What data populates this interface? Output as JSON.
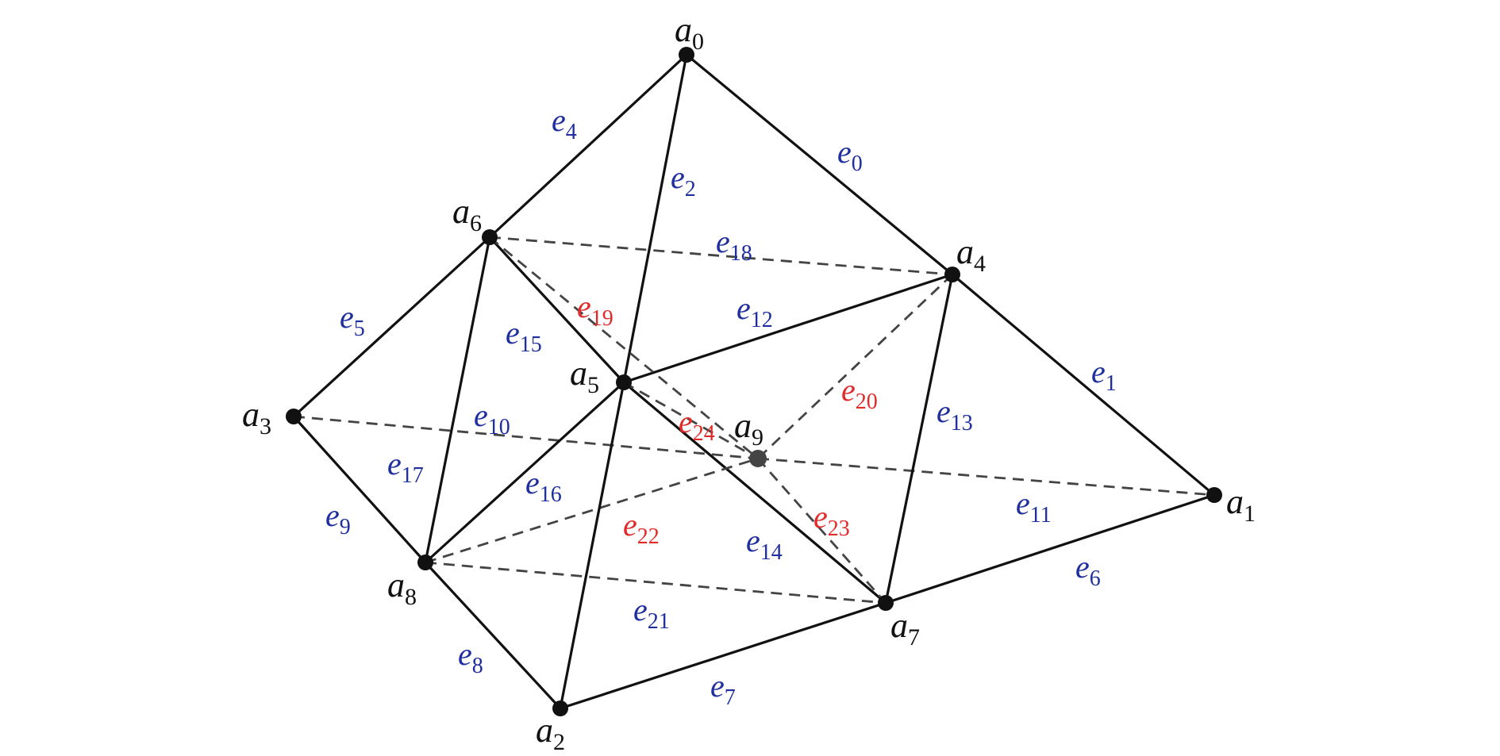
{
  "colors": {
    "vertex": "#111111",
    "solid_edge": "#111111",
    "dashed_edge": "#444444",
    "label_blue": "#1f2f9e",
    "label_red": "#e02b2b"
  },
  "vertices": [
    {
      "id": "a0",
      "name": "a",
      "index": "0"
    },
    {
      "id": "a1",
      "name": "a",
      "index": "1"
    },
    {
      "id": "a2",
      "name": "a",
      "index": "2"
    },
    {
      "id": "a3",
      "name": "a",
      "index": "3"
    },
    {
      "id": "a4",
      "name": "a",
      "index": "4"
    },
    {
      "id": "a5",
      "name": "a",
      "index": "5"
    },
    {
      "id": "a6",
      "name": "a",
      "index": "6"
    },
    {
      "id": "a7",
      "name": "a",
      "index": "7"
    },
    {
      "id": "a8",
      "name": "a",
      "index": "8"
    },
    {
      "id": "a9",
      "name": "a",
      "index": "9"
    }
  ],
  "edges": [
    {
      "name": "e",
      "index": "0",
      "from": "a0",
      "to": "a4",
      "style": "solid",
      "color": "blue"
    },
    {
      "name": "e",
      "index": "1",
      "from": "a4",
      "to": "a1",
      "style": "solid",
      "color": "blue"
    },
    {
      "name": "e",
      "index": "2",
      "from": "a0",
      "to": "a5",
      "style": "solid",
      "color": "blue"
    },
    {
      "name": "e",
      "index": "4",
      "from": "a0",
      "to": "a6",
      "style": "solid",
      "color": "blue"
    },
    {
      "name": "e",
      "index": "5",
      "from": "a6",
      "to": "a3",
      "style": "solid",
      "color": "blue"
    },
    {
      "name": "e",
      "index": "6",
      "from": "a1",
      "to": "a7",
      "style": "solid",
      "color": "blue"
    },
    {
      "name": "e",
      "index": "7",
      "from": "a7",
      "to": "a2",
      "style": "solid",
      "color": "blue"
    },
    {
      "name": "e",
      "index": "8",
      "from": "a8",
      "to": "a2",
      "style": "solid",
      "color": "blue"
    },
    {
      "name": "e",
      "index": "9",
      "from": "a3",
      "to": "a8",
      "style": "solid",
      "color": "blue"
    },
    {
      "name": "e",
      "index": "10",
      "from": "a3",
      "to": "a9",
      "style": "dashed",
      "color": "blue"
    },
    {
      "name": "e",
      "index": "11",
      "from": "a9",
      "to": "a1",
      "style": "dashed",
      "color": "blue"
    },
    {
      "name": "e",
      "index": "12",
      "from": "a5",
      "to": "a4",
      "style": "solid",
      "color": "blue"
    },
    {
      "name": "e",
      "index": "13",
      "from": "a4",
      "to": "a7",
      "style": "solid",
      "color": "blue"
    },
    {
      "name": "e",
      "index": "14",
      "from": "a5",
      "to": "a7",
      "style": "solid",
      "color": "blue"
    },
    {
      "name": "e",
      "index": "15",
      "from": "a6",
      "to": "a5",
      "style": "solid",
      "color": "blue"
    },
    {
      "name": "e",
      "index": "16",
      "from": "a5",
      "to": "a8",
      "style": "solid",
      "color": "blue"
    },
    {
      "name": "e",
      "index": "17",
      "from": "a6",
      "to": "a8",
      "style": "solid",
      "color": "blue"
    },
    {
      "name": "e",
      "index": "18",
      "from": "a6",
      "to": "a4",
      "style": "dashed",
      "color": "blue"
    },
    {
      "name": "e",
      "index": "19",
      "from": "a6",
      "to": "a9",
      "style": "dashed",
      "color": "red"
    },
    {
      "name": "e",
      "index": "20",
      "from": "a4",
      "to": "a9",
      "style": "dashed",
      "color": "red"
    },
    {
      "name": "e",
      "index": "21",
      "from": "a8",
      "to": "a7",
      "style": "dashed",
      "color": "blue"
    },
    {
      "name": "e",
      "index": "22",
      "from": "a8",
      "to": "a9",
      "style": "dashed",
      "color": "red"
    },
    {
      "name": "e",
      "index": "23",
      "from": "a9",
      "to": "a7",
      "style": "dashed",
      "color": "red"
    },
    {
      "name": "e",
      "index": "24",
      "from": "a5",
      "to": "a9",
      "style": "dashed",
      "color": "red"
    },
    {
      "name": "e",
      "index": "",
      "from": "a5",
      "to": "a2",
      "style": "solid",
      "color": "blue"
    }
  ]
}
